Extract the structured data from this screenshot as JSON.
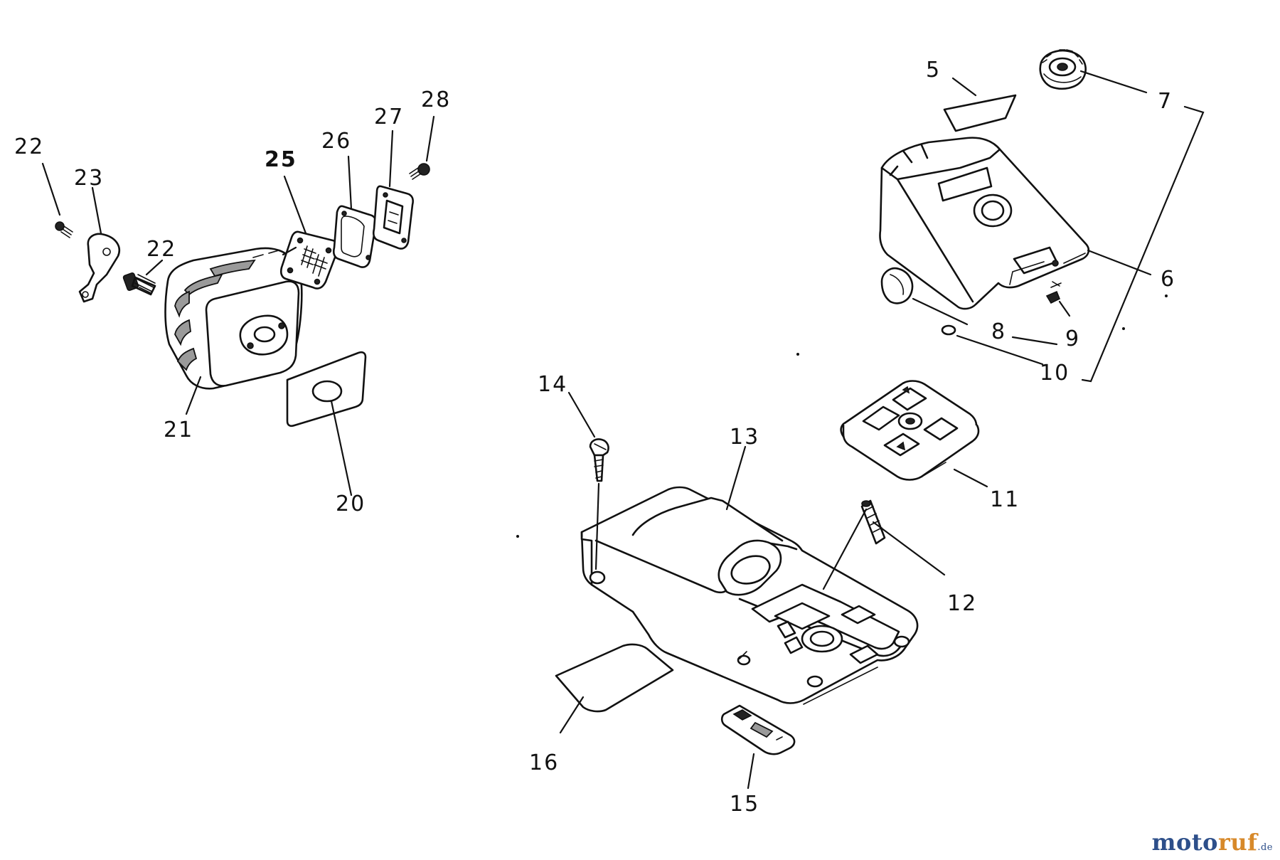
{
  "callouts": {
    "c5": "5",
    "c6": "6",
    "c7": "7",
    "c8": "8",
    "c9": "9",
    "c10": "10",
    "c11": "11",
    "c12": "12",
    "c13": "13",
    "c14": "14",
    "c15": "15",
    "c16": "16",
    "c20": "20",
    "c21": "21",
    "c22a": "22",
    "c22b": "22",
    "c23": "23",
    "c25": "25",
    "c26": "26",
    "c27": "27",
    "c28": "28"
  },
  "watermark": {
    "part1": "moto",
    "part2": "ruf",
    "tld": ".de"
  },
  "colors": {
    "line": "#111111",
    "watermark_blue": "#2d4f8a",
    "watermark_orange": "#d7892a"
  }
}
